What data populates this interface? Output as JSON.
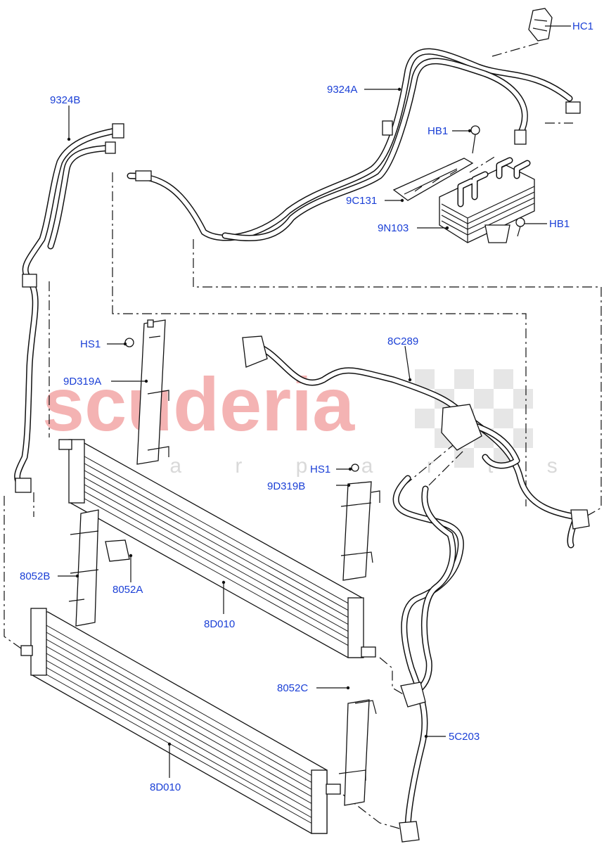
{
  "watermark": {
    "main": "scuderia",
    "sub": "c a r p a r t s"
  },
  "callouts": {
    "hc1": "HC1",
    "pn_9324a": "9324A",
    "pn_9324b": "9324B",
    "hb1_top": "HB1",
    "pn_9c131": "9C131",
    "pn_9n103": "9N103",
    "hb1_right": "HB1",
    "hs1_top": "HS1",
    "pn_8c289": "8C289",
    "pn_9d319a": "9D319A",
    "hs1_mid": "HS1",
    "pn_9d319b": "9D319B",
    "pn_8052b": "8052B",
    "pn_8052a": "8052A",
    "pn_8d010_upper": "8D010",
    "pn_8052c": "8052C",
    "pn_5c203": "5C203",
    "pn_8d010_lower": "8D010"
  },
  "colors": {
    "label": "#1a3fd6",
    "line": "#111111",
    "watermark": "#f4b3b3"
  }
}
